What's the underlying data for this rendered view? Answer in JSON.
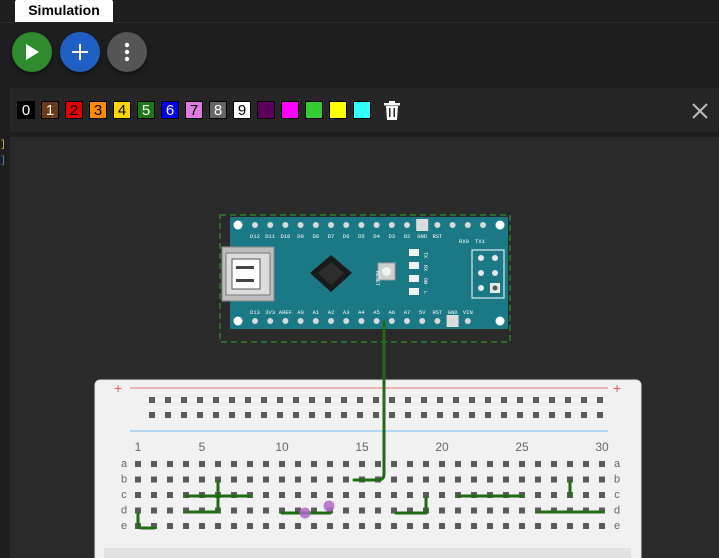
{
  "tab": {
    "label": "Simulation"
  },
  "toolbar": {
    "play_color": "#2e8b2e",
    "add_color": "#1f5fc4",
    "more_color": "#555555"
  },
  "palette": {
    "swatches": [
      {
        "label": "0",
        "bg": "#000000",
        "fg": "#ffffff"
      },
      {
        "label": "1",
        "bg": "#6b3a1a",
        "fg": "#ffffff"
      },
      {
        "label": "2",
        "bg": "#e00000",
        "fg": "#000000"
      },
      {
        "label": "3",
        "bg": "#ff8c00",
        "fg": "#000000"
      },
      {
        "label": "4",
        "bg": "#ffd700",
        "fg": "#000000"
      },
      {
        "label": "5",
        "bg": "#1a7a1a",
        "fg": "#ffffff"
      },
      {
        "label": "6",
        "bg": "#0000ee",
        "fg": "#ffffff"
      },
      {
        "label": "7",
        "bg": "#e07ae0",
        "fg": "#000000"
      },
      {
        "label": "8",
        "bg": "#666666",
        "fg": "#ffffff"
      },
      {
        "label": "9",
        "bg": "#ffffff",
        "fg": "#000000"
      },
      {
        "label": "",
        "bg": "#5c005c",
        "fg": "#000000"
      },
      {
        "label": "",
        "bg": "#ff00ff",
        "fg": "#000000"
      },
      {
        "label": "",
        "bg": "#33cc33",
        "fg": "#000000"
      },
      {
        "label": "",
        "bg": "#ffff00",
        "fg": "#000000"
      },
      {
        "label": "",
        "bg": "#33ffff",
        "fg": "#000000"
      }
    ],
    "trash_icon": "trash-icon",
    "close_icon": "close-icon"
  },
  "arduino": {
    "top_pins": [
      "D12",
      "D11",
      "D10",
      "D9",
      "D8",
      "D7",
      "D6",
      "D5",
      "D4",
      "D3",
      "D2",
      "GND",
      "RST"
    ],
    "top_right": [
      "RX0",
      "TX1"
    ],
    "bottom_pins": [
      "D13",
      "3V3",
      "AREF",
      "A0",
      "A1",
      "A2",
      "A3",
      "A4",
      "A5",
      "A6",
      "A7",
      "5V",
      "RST",
      "GND",
      "VIN"
    ],
    "reset_label": "RESET",
    "led_labels": [
      "TX",
      "RX",
      "ON",
      "L"
    ]
  },
  "breadboard": {
    "column_numbers": [
      "1",
      "5",
      "10",
      "15",
      "20",
      "25",
      "30"
    ],
    "rows": [
      "a",
      "b",
      "c",
      "d",
      "e"
    ],
    "rail_plus": "+",
    "rail_minus": "-"
  }
}
